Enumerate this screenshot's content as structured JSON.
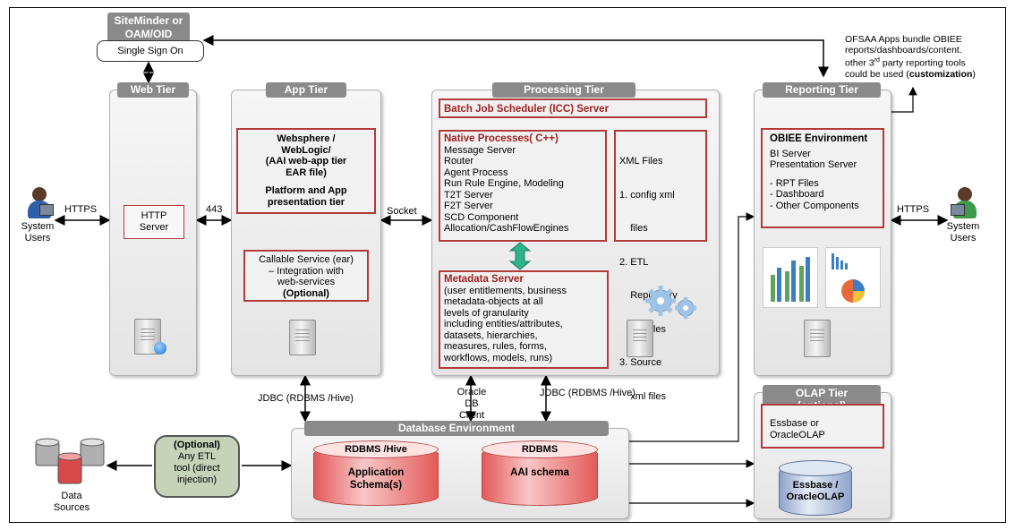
{
  "sso": {
    "title_line1": "SiteMinder or",
    "title_line2": "OAM/OID",
    "label": "Single Sign On"
  },
  "note": {
    "line1": "OFSAA Apps bundle OBIEE",
    "line2": "reports/dashboards/content.",
    "line3_pre": "other 3",
    "line3_sup": "rd",
    "line3_post": " party reporting tools",
    "line4_pre": "could be used (",
    "line4_bold": "customization",
    "line4_post": ")"
  },
  "tiers": {
    "web": "Web Tier",
    "app": "App Tier",
    "processing": "Processing Tier",
    "reporting": "Reporting Tier",
    "olap_line1": "OLAP Tier",
    "olap_line2": "(optional)",
    "database": "Database Environment"
  },
  "users_left": {
    "line1": "System",
    "line2": "Users",
    "protocol": "HTTPS"
  },
  "users_right": {
    "line1": "System",
    "line2": "Users",
    "protocol": "HTTPS"
  },
  "web": {
    "http_line1": "HTTP",
    "http_line2": "Server",
    "port": "443"
  },
  "app": {
    "main": [
      "Websphere /",
      "WebLogic/",
      "(AAI web-app tier",
      "EAR file)",
      "",
      "Platform and App",
      "presentation tier"
    ],
    "callable": [
      "Callable Service (ear)",
      "– Integration with",
      "web-services"
    ],
    "callable_optional": "(Optional)",
    "socket": "Socket"
  },
  "processing": {
    "batch": "Batch Job Scheduler (ICC) Server",
    "native_title": "Native Processes( C++)",
    "native_items": [
      "Message Server",
      "Router",
      "Agent Process",
      "Run Rule Engine, Modeling",
      "T2T Server",
      "F2T Server",
      "SCD Component",
      "Allocation/CashFlowEngines"
    ],
    "xml_title": "XML Files",
    "xml_items": [
      "1. config xml",
      "    files",
      "2. ETL",
      "    Repository",
      "    xml files",
      "3. Source",
      "    xml files"
    ],
    "metadata_title": "Metadata Server",
    "metadata_lines": [
      "(user entitlements, business",
      "metadata-objects at all",
      "levels of granularity",
      "including entities/attributes,",
      "datasets, hierarchies,",
      "measures, rules, forms,",
      "workflows, models, runs)"
    ]
  },
  "reporting": {
    "obiee_title": "OBIEE Environment",
    "obiee_lines": [
      "BI Server",
      "Presentation Server",
      "",
      "- RPT Files",
      "- Dashboard",
      "- Other Components"
    ]
  },
  "olap": {
    "box_line1": "Essbase or",
    "box_line2": "OracleOLAP",
    "cyl_line1": "Essbase /",
    "cyl_line2": "OracleOLAP"
  },
  "connections": {
    "jdbc_left": "JDBC (RDBMS /Hive)",
    "jdbc_right": "JDBC (RDBMS /Hive)",
    "oracle_line1": "Oracle",
    "oracle_line2": "DB Client"
  },
  "database": {
    "cyl1_top": "RDBMS /Hive",
    "cyl1_line1": "Application",
    "cyl1_line2": "Schema(s)",
    "cyl2_top": "RDBMS",
    "cyl2_line1": "AAI schema"
  },
  "etl": {
    "line1": "(Optional)",
    "line2": "Any ETL",
    "line3": "tool (direct",
    "line4": "injection)"
  },
  "data_sources": {
    "line1": "Data",
    "line2": "Sources"
  },
  "colors": {
    "red_border": "#b13b3b",
    "tab_gray": "#8a8a8a",
    "db_red": "#e35a5a",
    "arrow_green": "#2fb38a"
  }
}
